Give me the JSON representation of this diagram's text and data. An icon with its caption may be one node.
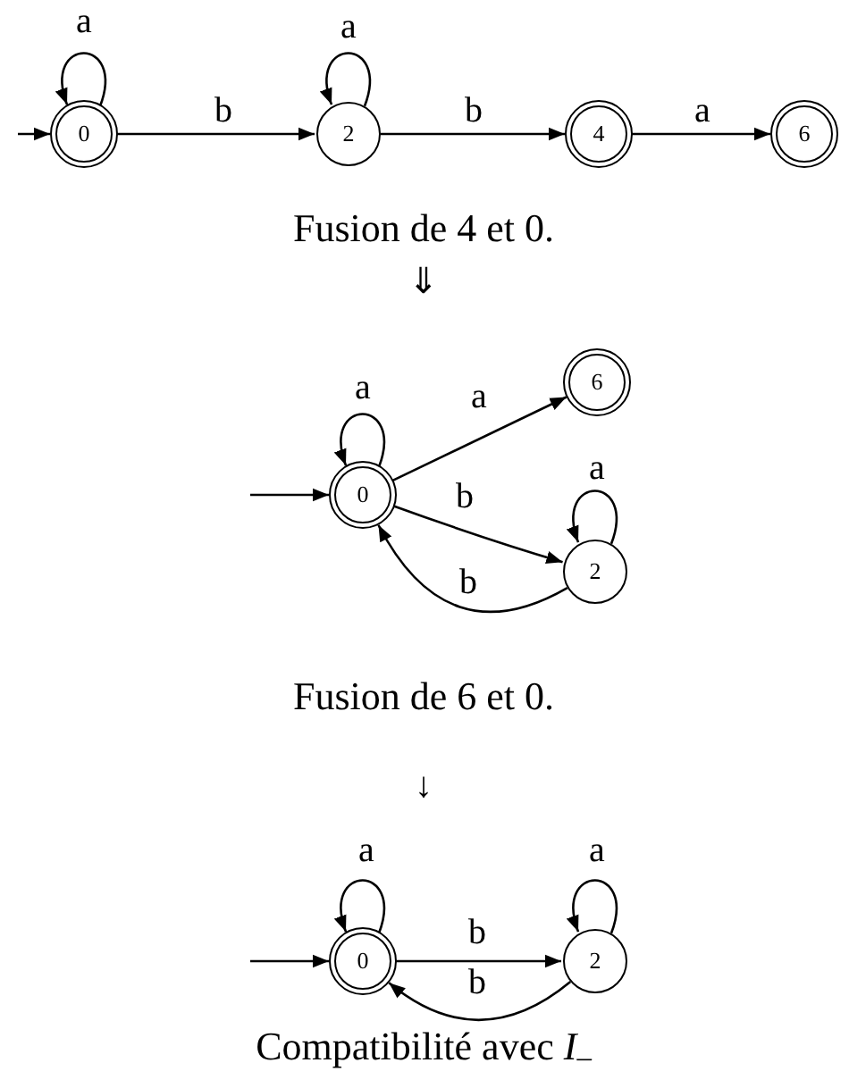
{
  "diagram": {
    "caption": "Compatibilité avec *I*$_{–}$",
    "nodes": [
      {
        "text": [
          "0"
        ]
      },
      {
        "text": [
          "2"
        ]
      },
      {
        "text": [
          "4"
        ]
      },
      {
        "text": [
          "6"
        ]
      },
      {
        "text": [
          "0"
        ]
      },
      {
        "text": [
          "6"
        ]
      },
      {
        "text": [
          "2"
        ]
      },
      {
        "text": [
          "0"
        ]
      },
      {
        "text": [
          "2"
        ]
      }
    ],
    "edges": [
      {
        "from": null,
        "to": 0,
        "arrow": "to"
      },
      {
        "from": 0,
        "to": 0,
        "arrow": "to",
        "label": "a"
      },
      {
        "from": 0,
        "to": 1,
        "arrow": "to",
        "label": "b"
      },
      {
        "from": 1,
        "to": 1,
        "arrow": "to",
        "label": "a"
      },
      {
        "from": 1,
        "to": 2,
        "arrow": "to",
        "label": "b"
      },
      {
        "from": 2,
        "to": 3,
        "arrow": "to",
        "label": "a"
      },
      {
        "from": null,
        "to": 4,
        "arrow": "to"
      },
      {
        "from": 4,
        "to": 4,
        "arrow": "to",
        "label": "a"
      },
      {
        "from": 4,
        "to": 5,
        "arrow": "to",
        "label": "a"
      },
      {
        "from": 4,
        "to": 6,
        "arrow": "to",
        "label": "b"
      },
      {
        "from": 6,
        "to": 6,
        "arrow": "to",
        "label": "a"
      },
      {
        "from": 6,
        "to": 4,
        "arrow": "to",
        "label": "b"
      },
      {
        "from": null,
        "to": 7,
        "arrow": "to"
      },
      {
        "from": 7,
        "to": 7,
        "arrow": "to",
        "label": "a"
      },
      {
        "from": 7,
        "to": 8,
        "arrow": "to",
        "label": "b"
      },
      {
        "from": 8,
        "to": 8,
        "arrow": "to",
        "label": "a"
      },
      {
        "from": 8,
        "to": 7,
        "arrow": "to",
        "label": "b"
      }
    ],
    "labels": [
      "Fusion de 4 et 0.",
      "⇓",
      "Fusion de 6 et 0.",
      "↓"
    ]
  }
}
